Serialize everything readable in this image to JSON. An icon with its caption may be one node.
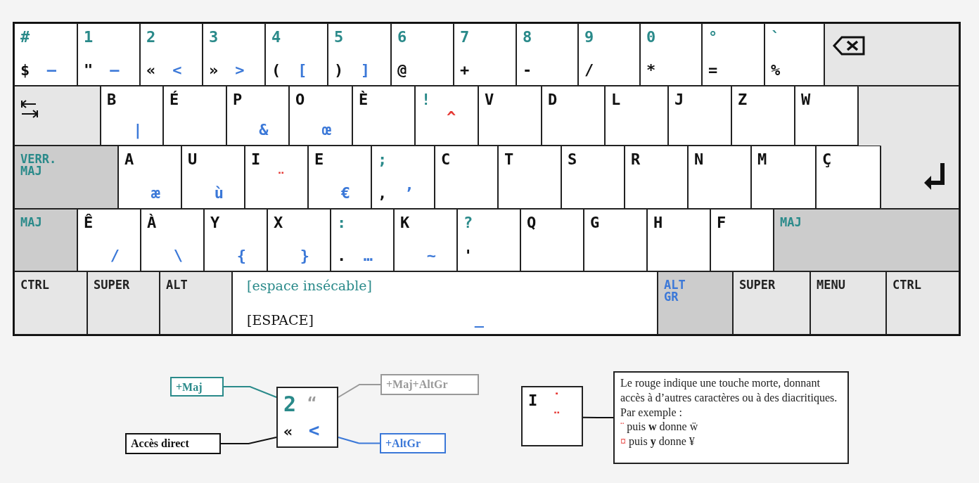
{
  "diagram": {
    "nodes": [
      {
        "text": [
          "#",
          "$",
          "–"
        ]
      },
      {
        "text": [
          "1",
          "\"",
          "—"
        ]
      },
      {
        "text": [
          "2",
          "«",
          "<"
        ]
      },
      {
        "text": [
          "3",
          "»",
          ">"
        ]
      },
      {
        "text": [
          "4",
          "(",
          "["
        ]
      },
      {
        "text": [
          "5",
          ")",
          "]"
        ]
      },
      {
        "text": [
          "6",
          "@"
        ]
      },
      {
        "text": [
          "7",
          "+"
        ]
      },
      {
        "text": [
          "8",
          "-"
        ]
      },
      {
        "text": [
          "9",
          "/"
        ]
      },
      {
        "text": [
          "0",
          "*"
        ]
      },
      {
        "text": [
          "°",
          "="
        ]
      },
      {
        "text": [
          "`",
          "%"
        ]
      },
      {
        "text": [],
        "shape": "box"
      },
      {
        "text": [],
        "shape": "box"
      },
      {
        "text": [
          "B",
          "|"
        ]
      },
      {
        "text": [
          "É"
        ]
      },
      {
        "text": [
          "P",
          "&"
        ]
      },
      {
        "text": [
          "O",
          "œ"
        ]
      },
      {
        "text": [
          "È"
        ]
      },
      {
        "text": [
          "!",
          "^"
        ]
      },
      {
        "text": [
          "V"
        ]
      },
      {
        "text": [
          "D"
        ]
      },
      {
        "text": [
          "L"
        ]
      },
      {
        "text": [
          "J"
        ]
      },
      {
        "text": [
          "Z"
        ]
      },
      {
        "text": [
          "W"
        ]
      },
      {
        "text": [],
        "shape": "box"
      },
      {
        "text": [
          "VERR. MAJ"
        ]
      },
      {
        "text": [
          "A",
          "æ"
        ]
      },
      {
        "text": [
          "U",
          "ù"
        ]
      },
      {
        "text": [
          "I",
          "¨"
        ]
      },
      {
        "text": [
          "E",
          "€"
        ]
      },
      {
        "text": [
          ";",
          ",",
          "’"
        ]
      },
      {
        "text": [
          "C"
        ]
      },
      {
        "text": [
          "T"
        ]
      },
      {
        "text": [
          "S"
        ]
      },
      {
        "text": [
          "R"
        ]
      },
      {
        "text": [
          "N"
        ]
      },
      {
        "text": [
          "M"
        ]
      },
      {
        "text": [
          "Ç"
        ]
      },
      {
        "text": [
          "MAJ"
        ]
      },
      {
        "text": [
          "Ê",
          "/"
        ]
      },
      {
        "text": [
          "À",
          "\\"
        ]
      },
      {
        "text": [
          "Y",
          "{"
        ]
      },
      {
        "text": [
          "X",
          "}"
        ]
      },
      {
        "text": [
          ":",
          ".",
          "…"
        ]
      },
      {
        "text": [
          "K",
          "~"
        ]
      },
      {
        "text": [
          "?",
          "'"
        ]
      },
      {
        "text": [
          "Q"
        ]
      },
      {
        "text": [
          "G"
        ]
      },
      {
        "text": [
          "H"
        ]
      },
      {
        "text": [
          "F"
        ]
      },
      {
        "text": [
          "MAJ"
        ]
      },
      {
        "text": [
          "CTRL"
        ]
      },
      {
        "text": [
          "SUPER"
        ]
      },
      {
        "text": [
          "ALT"
        ]
      },
      {
        "text": [
          "[espace insécable]",
          "[ESPACE]",
          "_"
        ]
      },
      {
        "text": [
          "ALT GR"
        ]
      },
      {
        "text": [
          "SUPER"
        ]
      },
      {
        "text": [
          "MENU"
        ]
      },
      {
        "text": [
          "CTRL"
        ]
      },
      {
        "text": [
          "+Maj"
        ]
      },
      {
        "text": [
          "2",
          "“",
          "«",
          "<"
        ]
      },
      {
        "text": [
          "+Maj+AltGr"
        ]
      },
      {
        "text": [
          "Accès direct"
        ]
      },
      {
        "text": [
          "+AltGr"
        ]
      },
      {
        "text": [
          "I",
          "˙",
          "¨"
        ]
      },
      {
        "text": [
          "Le rouge indique une touche morte, donnant accès à d’autres caractères ou à des diacritiques. Par exemple :",
          "¨ puis **w** donne ẅ",
          "¤ puis **y** donne ¥"
        ]
      }
    ],
    "edges": [
      {
        "from": 62,
        "to": 63,
        "arrow": "none",
        "color": "#2a8a8a"
      },
      {
        "from": 64,
        "to": 63,
        "arrow": "none",
        "color": "#999999"
      },
      {
        "from": 65,
        "to": 63,
        "arrow": "none"
      },
      {
        "from": 66,
        "to": 63,
        "arrow": "none",
        "color": "#3b78d8"
      },
      {
        "from": 68,
        "to": 67,
        "arrow": "none"
      }
    ]
  }
}
